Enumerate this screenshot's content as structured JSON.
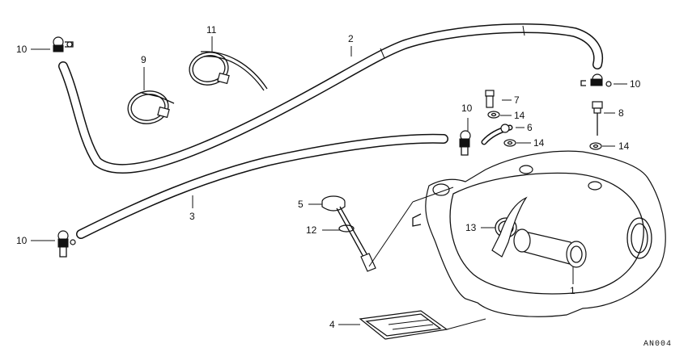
{
  "diagram": {
    "code": "AN004",
    "callouts": [
      {
        "id": "c1",
        "text": "1"
      },
      {
        "id": "c2",
        "text": "2"
      },
      {
        "id": "c3",
        "text": "3"
      },
      {
        "id": "c4",
        "text": "4"
      },
      {
        "id": "c5",
        "text": "5"
      },
      {
        "id": "c6",
        "text": "6"
      },
      {
        "id": "c7",
        "text": "7"
      },
      {
        "id": "c8",
        "text": "8"
      },
      {
        "id": "c9",
        "text": "9"
      },
      {
        "id": "c10a",
        "text": "10"
      },
      {
        "id": "c10b",
        "text": "10"
      },
      {
        "id": "c10c",
        "text": "10"
      },
      {
        "id": "c10d",
        "text": "10"
      },
      {
        "id": "c11",
        "text": "11"
      },
      {
        "id": "c12",
        "text": "12"
      },
      {
        "id": "c13",
        "text": "13"
      },
      {
        "id": "c14a",
        "text": "14"
      },
      {
        "id": "c14b",
        "text": "14"
      },
      {
        "id": "c14c",
        "text": "14"
      }
    ]
  }
}
